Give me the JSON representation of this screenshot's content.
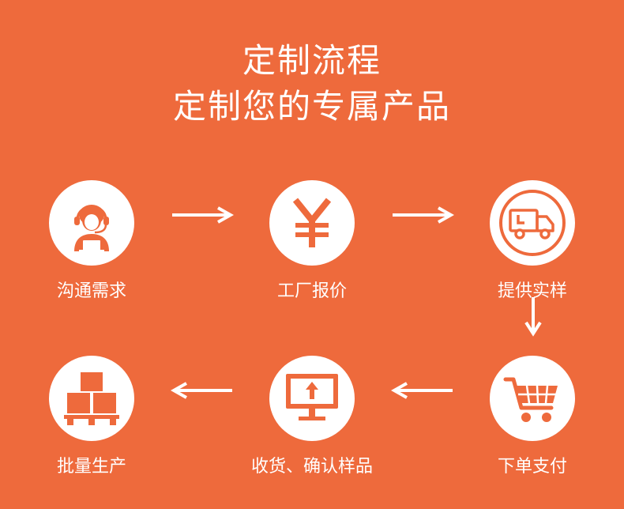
{
  "header": {
    "title_line1": "定制流程",
    "title_line2": "定制您的专属产品"
  },
  "steps": [
    {
      "label": "沟通需求",
      "icon": "customer-service-agent-icon"
    },
    {
      "label": "工厂报价",
      "icon": "yen-icon"
    },
    {
      "label": "提供实样",
      "icon": "delivery-truck-icon"
    },
    {
      "label": "下单支付",
      "icon": "shopping-cart-icon"
    },
    {
      "label": "收货、确认样品",
      "icon": "monitor-upload-icon"
    },
    {
      "label": "批量生产",
      "icon": "stacked-boxes-pallet-icon"
    }
  ],
  "colors": {
    "background": "#ee6a3c",
    "foreground": "#ffffff"
  }
}
